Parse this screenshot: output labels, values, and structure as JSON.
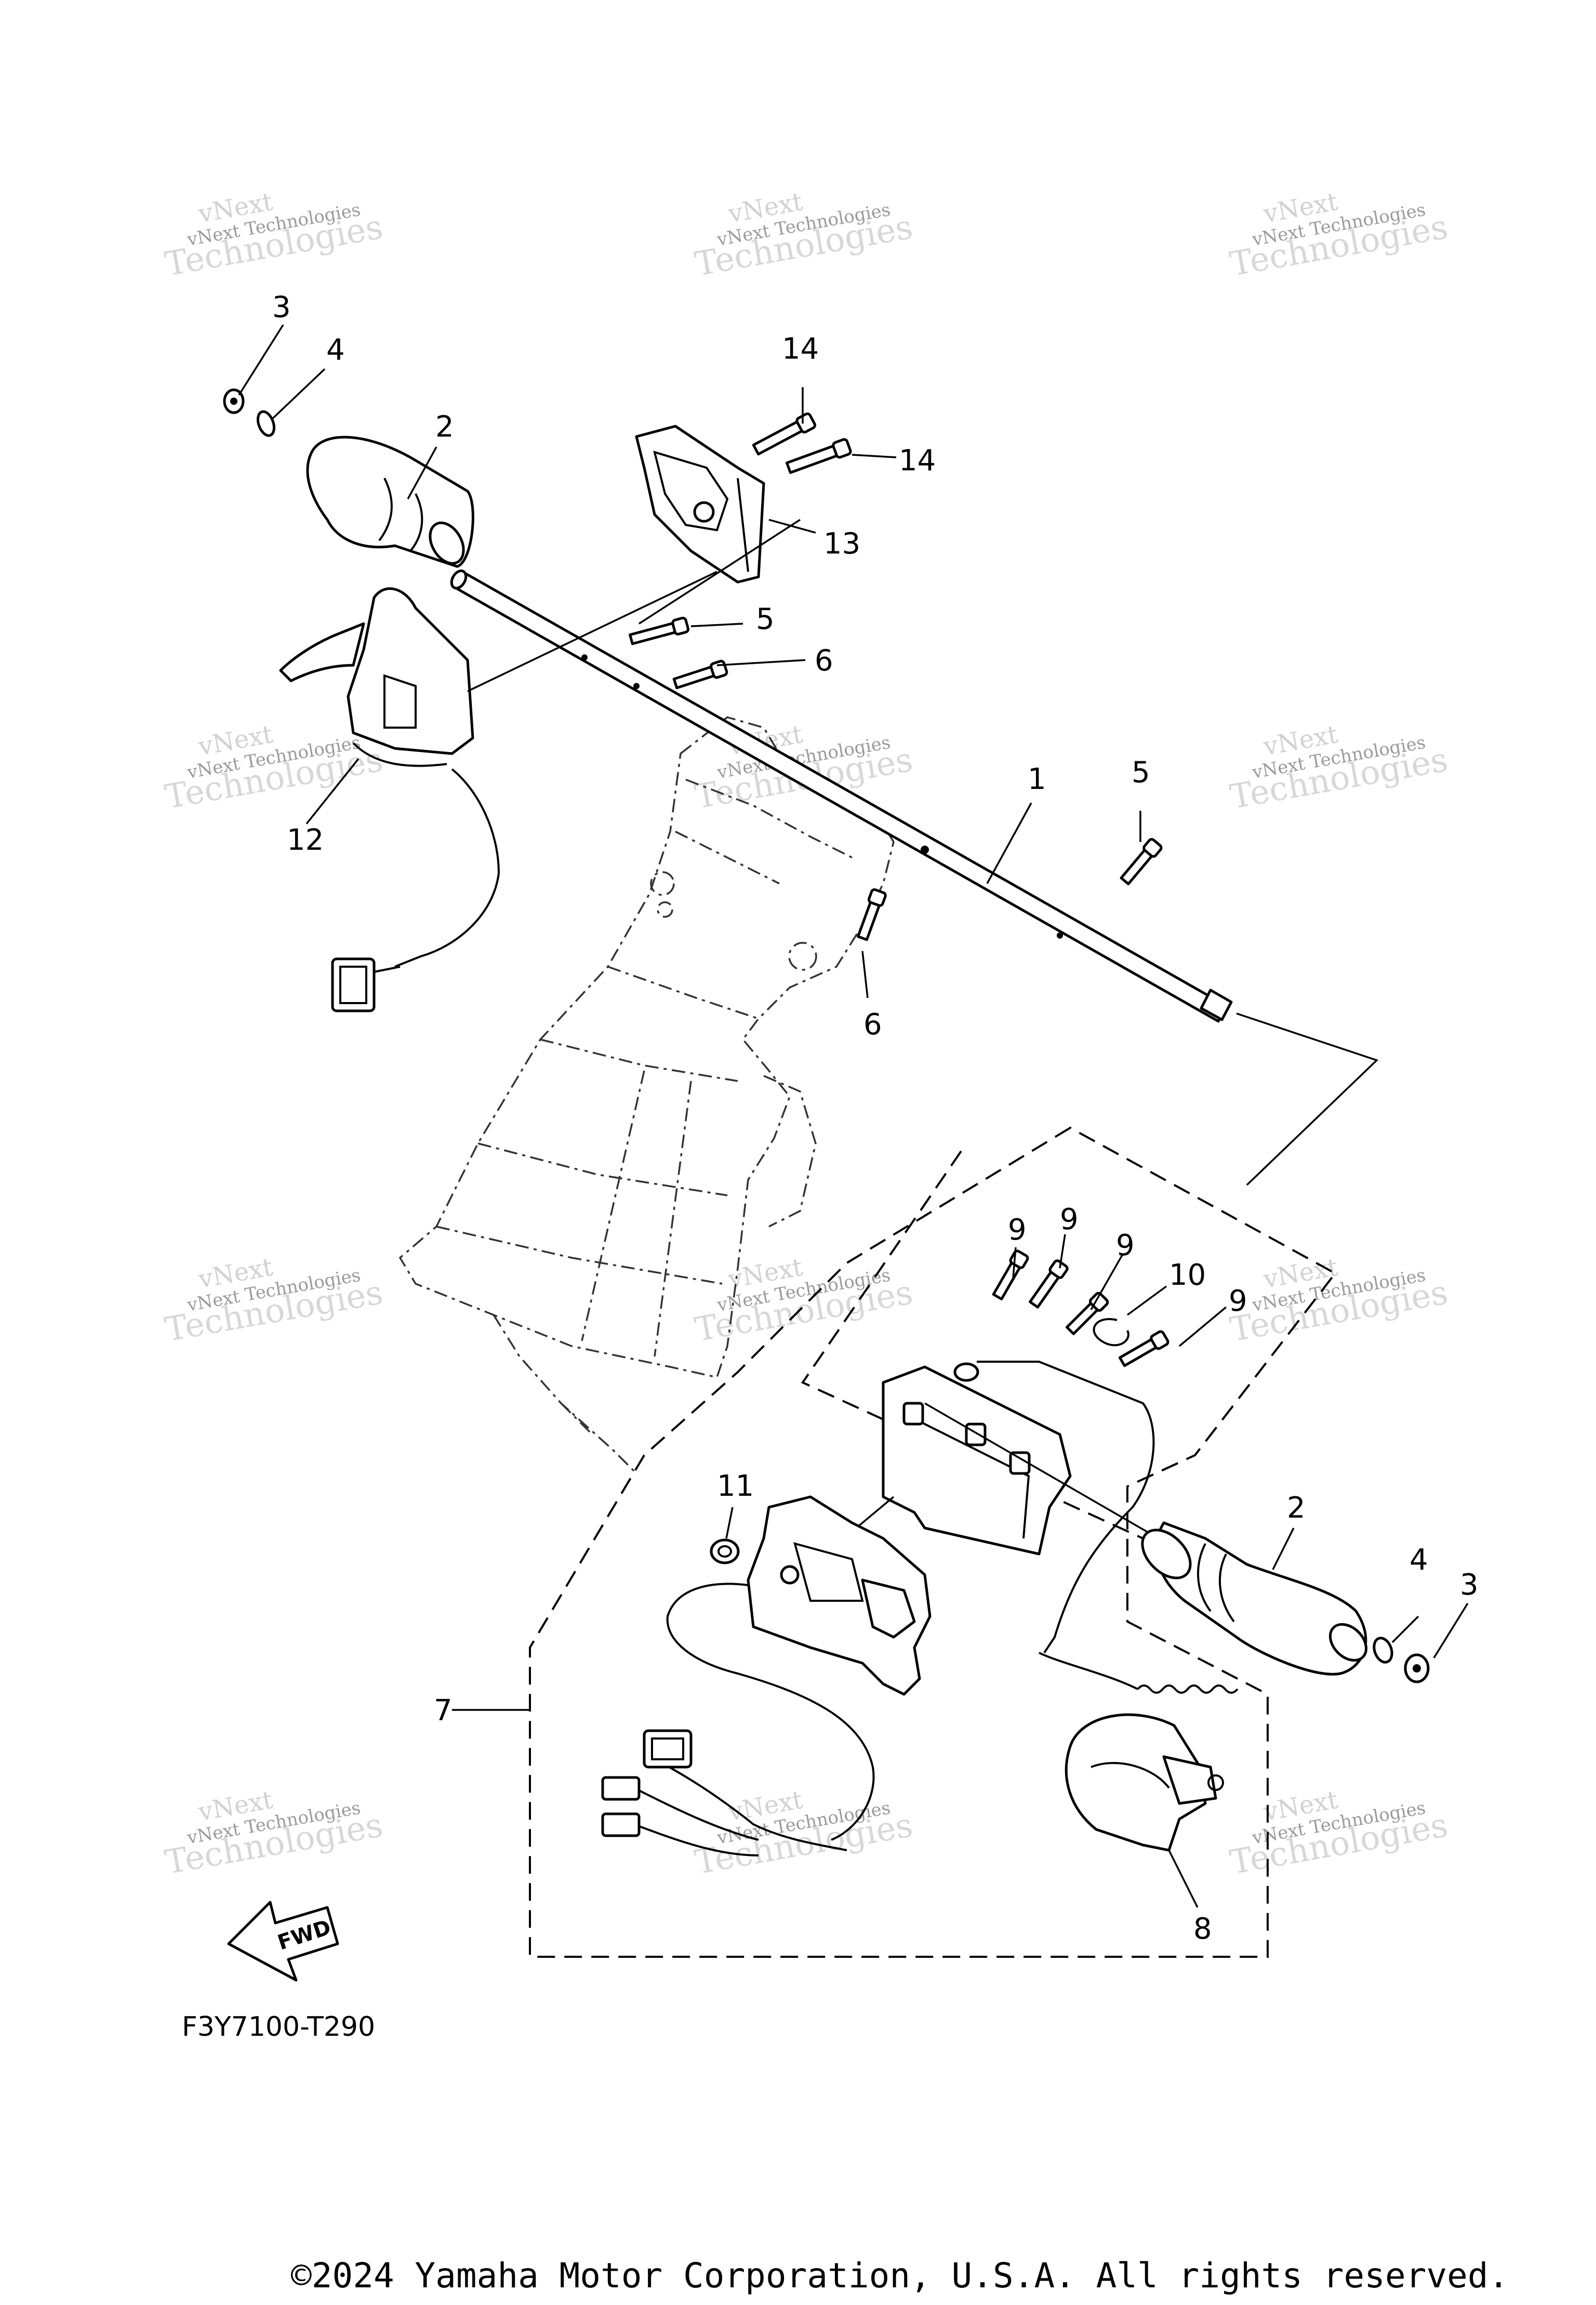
{
  "diagram": {
    "drawing_code": "F3Y7100-T290",
    "copyright": "©2024 Yamaha Motor Corporation, U.S.A. All rights reserved.",
    "fwd_label": "FWD",
    "watermark_line1": "vNext Technologies",
    "watermark_line2": "vNext",
    "watermark_line3": "Technologies",
    "callouts": [
      "1",
      "2",
      "2",
      "3",
      "3",
      "4",
      "4",
      "5",
      "5",
      "6",
      "6",
      "7",
      "8",
      "9",
      "9",
      "9",
      "9",
      "10",
      "11",
      "12",
      "13",
      "14",
      "14"
    ]
  }
}
